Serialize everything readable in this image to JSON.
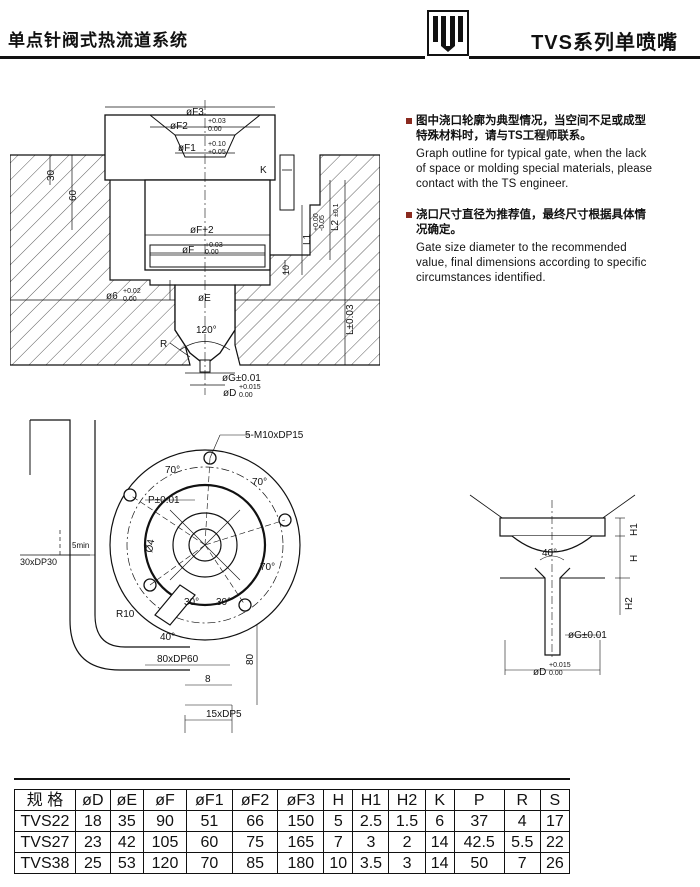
{
  "header": {
    "left_title": "单点针阀式热流道系统",
    "right_title": "TVS系列单喷嘴",
    "logo_icon": "ts-logo-icon"
  },
  "notes": [
    {
      "zh": "图中浇口轮廓为典型情况，当空间不足或成型特殊材料时，请与TS工程师联系。",
      "en": "Graph outline for typical gate, when the lack of space or molding special materials, please contact with the TS engineer."
    },
    {
      "zh": "浇口尺寸直径为推荐值，最终尺寸根据具体情况确定。",
      "en": "Gate size diameter to the recommended value, final dimensions according to specific circumstances identified."
    }
  ],
  "bullet_color": "#8a2a1f",
  "section_labels": {
    "f3": "øF3",
    "f2": "øF2",
    "f2_tol_up": "+0.03",
    "f2_tol_dn": "0.00",
    "f1": "øF1",
    "f1_tol_up": "+0.10",
    "f1_tol_dn": "+0.05",
    "k": "K",
    "f_plus2": "øF+2",
    "f": "øF",
    "f_tol_up": "+0.03",
    "f_tol_dn": "0.00",
    "d6": "ø6",
    "d6_tol_up": "+0.02",
    "d6_tol_dn": "0.00",
    "e": "øE",
    "angle120": "120°",
    "r": "R",
    "g": "øG±0.01",
    "d": "øD",
    "d_tol_up": "+0.015",
    "d_tol_dn": "0.00",
    "dim30": "30",
    "dim60": "60",
    "dim10": "10",
    "l1": "L1",
    "l1_tol_up": "+0.00",
    "l1_tol_dn": "-0.05",
    "l2": "L2",
    "l2_tol": "±0.1",
    "l": "L±0.03"
  },
  "plan_labels": {
    "screw": "5-M10xDP15",
    "p": "P±0.01",
    "ang70a": "70°",
    "ang70b": "70°",
    "ang70c": "70°",
    "ang30a": "30°",
    "ang30b": "30°",
    "ang40": "40°",
    "d4": "Ø4",
    "r10": "R10",
    "dp30": "30xDP30",
    "min5": "5min",
    "dp60": "80xDP60",
    "dim8": "8",
    "dim80": "80",
    "dp5": "15xDP5"
  },
  "gate_labels": {
    "h1": "H1",
    "h": "H",
    "h2": "H2",
    "ang40": "40°",
    "g": "øG±0.01",
    "d": "øD",
    "d_tol_up": "+0.015",
    "d_tol_dn": "0.00"
  },
  "table": {
    "headers": [
      "规 格",
      "øD",
      "øE",
      "øF",
      "øF1",
      "øF2",
      "øF3",
      "H",
      "H1",
      "H2",
      "K",
      "P",
      "R",
      "S"
    ],
    "rows": [
      [
        "TVS22",
        "18",
        "35",
        "90",
        "51",
        "66",
        "150",
        "5",
        "2.5",
        "1.5",
        "6",
        "37",
        "4",
        "17"
      ],
      [
        "TVS27",
        "23",
        "42",
        "105",
        "60",
        "75",
        "165",
        "7",
        "3",
        "2",
        "14",
        "42.5",
        "5.5",
        "22"
      ],
      [
        "TVS38",
        "25",
        "53",
        "120",
        "70",
        "85",
        "180",
        "10",
        "3.5",
        "3",
        "14",
        "50",
        "7",
        "26"
      ]
    ]
  }
}
